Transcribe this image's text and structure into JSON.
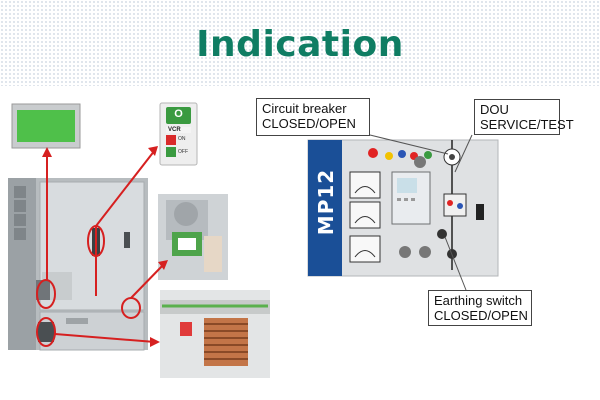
{
  "title": "Indication",
  "vcr_panel": {
    "top_indicator": "O",
    "label": "VCR",
    "row1_state": "ON",
    "row2_state": "OFF"
  },
  "mp_panel": {
    "label": "MP12"
  },
  "callouts": {
    "circuit_breaker": {
      "line1": "Circuit breaker",
      "line2": "CLOSED/OPEN"
    },
    "dou": {
      "line1": "DOU",
      "line2": "SERVICE/TEST"
    },
    "earthing_switch": {
      "line1": "Earthing switch",
      "line2": "CLOSED/OPEN"
    }
  },
  "colors": {
    "title": "#0f7d63",
    "arrows": "#d62020",
    "lcd": "#4fc04a",
    "panel": "#dfe1e3",
    "mp_blue": "#1a4f97"
  }
}
